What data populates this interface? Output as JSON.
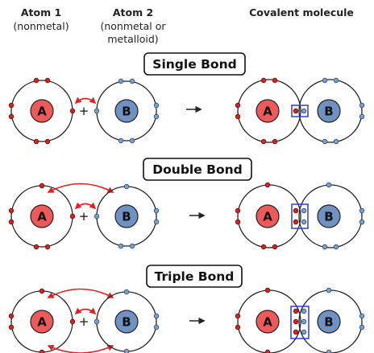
{
  "headers": {
    "atom1_title": "Atom 1",
    "atom1_sub": "(nonmetal)",
    "atom2_title": "Atom 2",
    "atom2_sub1": "(nonmetal or",
    "atom2_sub2": "metalloid)",
    "product_title": "Covalent molecule"
  },
  "rows": [
    {
      "label": "Single Bond",
      "shared_pairs": 1
    },
    {
      "label": "Double Bond",
      "shared_pairs": 2
    },
    {
      "label": "Triple Bond",
      "shared_pairs": 3
    }
  ],
  "atom_a_label": "A",
  "atom_b_label": "B",
  "plus_sign": "+",
  "colors": {
    "atom_a_fill": "#ee5a5a",
    "atom_b_fill": "#6f92c2",
    "electron_a": "#d82222",
    "electron_b": "#7aa0cf",
    "arrow_red": "#e32020",
    "bond_box": "#2f3fd0",
    "outline": "#222222"
  }
}
